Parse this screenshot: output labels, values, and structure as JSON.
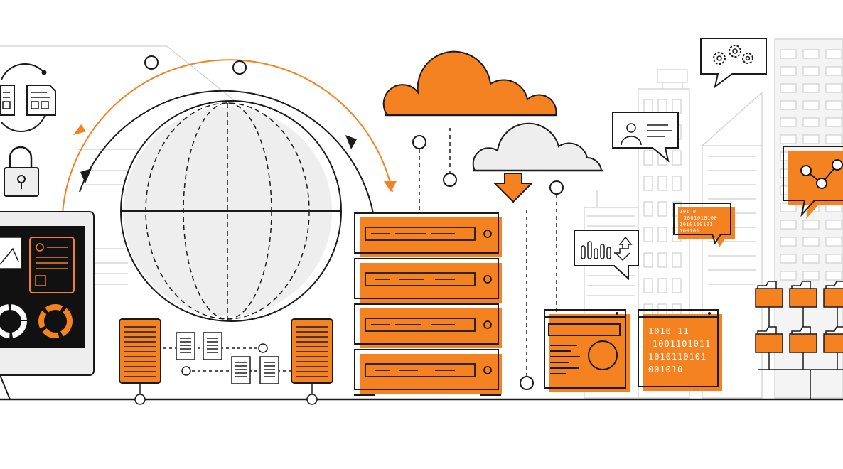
{
  "colors": {
    "accent": "#f58220",
    "outline": "#1a1a1a",
    "light_gray": "#eeeeee",
    "building_gray": "#cfcfcf",
    "background": "#ffffff"
  },
  "scene": {
    "icons": [
      "document-sync-icon",
      "lock-icon",
      "monitor-icon",
      "globe-icon",
      "server-tower-icon",
      "server-rack-icon",
      "cloud-icon",
      "download-arrow-icon",
      "web-page-icon",
      "binary-code-panel-icon",
      "settings-gears-bubble-icon",
      "user-profile-bubble-icon",
      "analytics-bubble-icon",
      "binary-bubble-icon",
      "line-chart-bubble-icon",
      "folder-tree-icon",
      "city-buildings-icon"
    ]
  },
  "code_panel": {
    "lines": [
      "1010 11",
      "1001101011",
      "1010110101",
      "001010"
    ]
  },
  "binary_bubble": {
    "lines": [
      "101 0",
      "1001010100",
      "1010110101",
      "100101"
    ]
  }
}
